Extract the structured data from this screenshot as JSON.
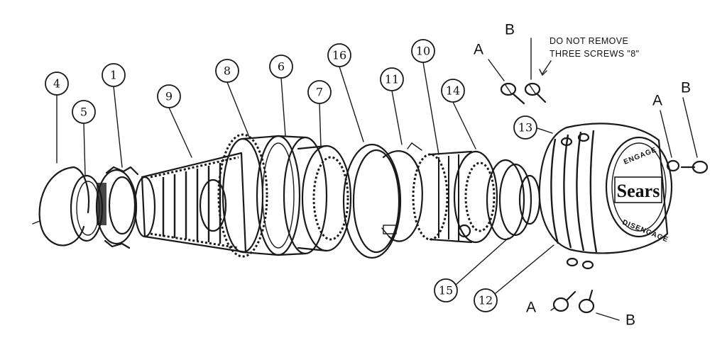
{
  "note": {
    "line1": "DO NOT REMOVE",
    "line2": "THREE SCREWS \"8\""
  },
  "hub": {
    "brand": "Sears",
    "top": "ENGAGE",
    "bottom": "DISENGAGE"
  },
  "callouts": {
    "n1": "1",
    "n4": "4",
    "n5": "5",
    "n6": "6",
    "n7": "7",
    "n8": "8",
    "n9": "9",
    "n10": "10",
    "n11": "11",
    "n12": "12",
    "n13": "13",
    "n14": "14",
    "n15": "15",
    "n16": "16"
  },
  "letters": {
    "a_top": "A",
    "b_top": "B",
    "a_right": "A",
    "b_right": "B",
    "a_bottom": "A",
    "b_bottom": "B"
  }
}
